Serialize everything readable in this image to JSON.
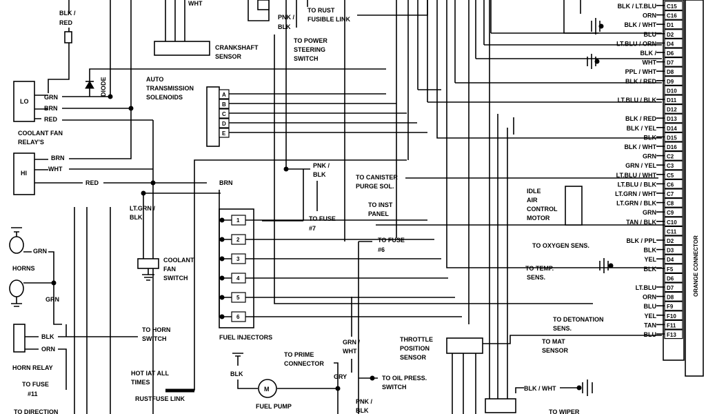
{
  "labels": {
    "blk_red_top": "BLK /",
    "blk_red_top2": "RED",
    "wht_top": "WHT",
    "pnk_blk_top": "PNK /",
    "pnk_blk_top2": "BLK",
    "to_rust1": "TO RUST",
    "to_rust2": "FUSIBLE LINK",
    "crank1": "CRANKSHAFT",
    "crank2": "SENSOR",
    "power1": "TO POWER",
    "power2": "STEERING",
    "power3": "SWITCH",
    "diode": "DIODE",
    "auto1": "AUTO",
    "auto2": "TRANSMISSION",
    "auto3": "SOLENOIDS",
    "lo": "LO",
    "hi": "HI",
    "grn1": "GRN",
    "brn1": "BRN",
    "red1": "RED",
    "coolant_relay1": "COOLANT FAN",
    "coolant_relay2": "RELAY'S",
    "brn2": "BRN",
    "wht2": "WHT",
    "red2": "RED",
    "brn3": "BRN",
    "ltgrn1": "LT.GRN /",
    "ltgrn2": "BLK",
    "pnkblk1": "PNK /",
    "pnkblk2": "BLK",
    "canister1": "TO CANISTER",
    "canister2": "PURGE SOL.",
    "tofuse7a": "TO FUSE",
    "tofuse7b": "#7",
    "toinst1": "TO INST",
    "toinst2": "PANEL",
    "tofuse6a": "TO FUSE",
    "tofuse6b": "#6",
    "cfs1": "COOLANT",
    "cfs2": "FAN",
    "cfs3": "SWITCH",
    "horn_grn1": "GRN",
    "horns": "HORNS",
    "horn_grn2": "GRN",
    "horn_blk": "BLK",
    "horn_orn": "ORN",
    "horn_relay": "HORN RELAY",
    "tofuse11a": "TO FUSE",
    "tofuse11b": "#11",
    "todirection": "TO DIRECTION",
    "tohorn1": "TO HORN",
    "tohorn2": "SWITCH",
    "hotiat1": "HOT IAT ALL",
    "hotiat2": "TIMES",
    "rustfuse": "RUSTFUSE LINK",
    "fuel_inj": "FUEL INJECTORS",
    "blk_pump": "BLK",
    "prime1": "TO PRIME",
    "prime2": "CONNECTOR",
    "fuelpump": "FUEL PUMP",
    "grnwht1": "GRN /",
    "grnwht2": "WHT",
    "gry": "GRY",
    "oil1": "TO OIL PRESS.",
    "oil2": "SWITCH",
    "pnkblk_b1": "PNK /",
    "pnkblk_b2": "BLK",
    "throttle1": "THROTTLE",
    "throttle2": "POSITION",
    "throttle3": "SENSOR",
    "blkwht_bot": "BLK / WHT",
    "towiper": "TO WIPER",
    "idle1": "IDLE",
    "idle2": "AIR",
    "idle3": "CONTROL",
    "idle4": "MOTOR",
    "oxy": "TO OXYGEN SENS.",
    "temp1": "TO TEMP.",
    "temp2": "SENS.",
    "deto1": "TO DETONATION",
    "deto2": "SENS.",
    "mat1": "TO MAT",
    "mat2": "SENSOR",
    "orange_conn": "ORANGE CONNECTOR",
    "motor_m": "M"
  },
  "solenoid_pins": [
    "A",
    "B",
    "C",
    "D",
    "E"
  ],
  "injectors": [
    "1",
    "2",
    "3",
    "4",
    "5",
    "6"
  ],
  "connector_pins": [
    {
      "pin": "C15",
      "wire": "BLK / LT.BLU"
    },
    {
      "pin": "C16",
      "wire": "ORN"
    },
    {
      "pin": "D1",
      "wire": "BLK / WHT"
    },
    {
      "pin": "D2",
      "wire": "BLU"
    },
    {
      "pin": "D4",
      "wire": "LT.BLU / ORN"
    },
    {
      "pin": "D6",
      "wire": "BLK /"
    },
    {
      "pin": "D7",
      "wire": "WHT"
    },
    {
      "pin": "D8",
      "wire": "PPL / WHT"
    },
    {
      "pin": "D9",
      "wire": "BLK / RED"
    },
    {
      "pin": "D10",
      "wire": ""
    },
    {
      "pin": "D11",
      "wire": "LT.BLU / BLK"
    },
    {
      "pin": "D12",
      "wire": ""
    },
    {
      "pin": "D13",
      "wire": "BLK / RED"
    },
    {
      "pin": "D14",
      "wire": "BLK / YEL"
    },
    {
      "pin": "D15",
      "wire": "BLK"
    },
    {
      "pin": "D16",
      "wire": "BLK / WHT"
    },
    {
      "pin": "C2",
      "wire": "GRN"
    },
    {
      "pin": "C3",
      "wire": "GRN / YEL"
    },
    {
      "pin": "C5",
      "wire": "LT.BLU / WHT"
    },
    {
      "pin": "C6",
      "wire": "LT.BLU / BLK"
    },
    {
      "pin": "C7",
      "wire": "LT.GRN / WHT"
    },
    {
      "pin": "C8",
      "wire": "LT.GRN / BLK"
    },
    {
      "pin": "C9",
      "wire": "GRN"
    },
    {
      "pin": "C10",
      "wire": "TAN / BLK"
    },
    {
      "pin": "C11",
      "wire": ""
    },
    {
      "pin": "D2",
      "wire": "BLK / PPL"
    },
    {
      "pin": "D3",
      "wire": "BLK"
    },
    {
      "pin": "D4",
      "wire": "YEL"
    },
    {
      "pin": "F5",
      "wire": "BLK"
    },
    {
      "pin": "D6",
      "wire": ""
    },
    {
      "pin": "D7",
      "wire": "LT.BLU"
    },
    {
      "pin": "D8",
      "wire": "ORN"
    },
    {
      "pin": "F9",
      "wire": "BLU"
    },
    {
      "pin": "F10",
      "wire": "YEL"
    },
    {
      "pin": "F11",
      "wire": "TAN"
    },
    {
      "pin": "F13",
      "wire": "BLU"
    }
  ]
}
